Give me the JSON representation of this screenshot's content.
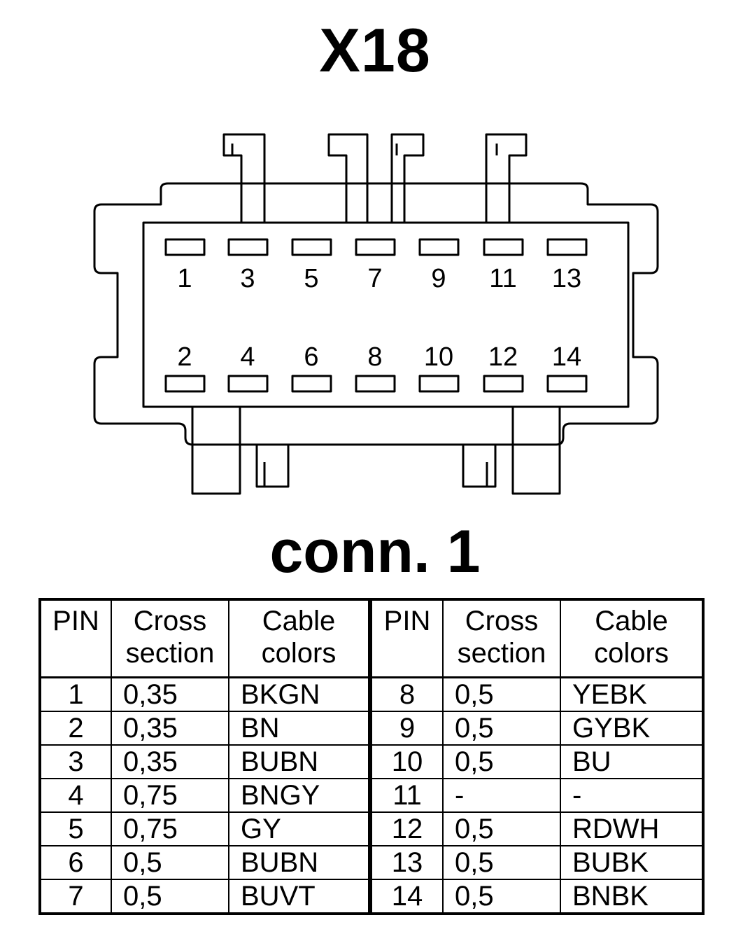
{
  "title": "X18",
  "subtitle": "conn. 1",
  "connector": {
    "top_pins": [
      "1",
      "3",
      "5",
      "7",
      "9",
      "11",
      "13"
    ],
    "bottom_pins": [
      "2",
      "4",
      "6",
      "8",
      "10",
      "12",
      "14"
    ]
  },
  "table": {
    "headers": {
      "pin": "PIN",
      "cross_1": "Cross",
      "cross_2": "section",
      "cable_1": "Cable",
      "cable_2": "colors"
    },
    "rows": [
      {
        "pin_a": "1",
        "cross_a": "0,35",
        "color_a": "BKGN",
        "pin_b": "8",
        "cross_b": "0,5",
        "color_b": "YEBK"
      },
      {
        "pin_a": "2",
        "cross_a": "0,35",
        "color_a": "BN",
        "pin_b": "9",
        "cross_b": "0,5",
        "color_b": "GYBK"
      },
      {
        "pin_a": "3",
        "cross_a": "0,35",
        "color_a": "BUBN",
        "pin_b": "10",
        "cross_b": "0,5",
        "color_b": "BU"
      },
      {
        "pin_a": "4",
        "cross_a": "0,75",
        "color_a": "BNGY",
        "pin_b": "11",
        "cross_b": "-",
        "color_b": "-"
      },
      {
        "pin_a": "5",
        "cross_a": "0,75",
        "color_a": "GY",
        "pin_b": "12",
        "cross_b": "0,5",
        "color_b": "RDWH"
      },
      {
        "pin_a": "6",
        "cross_a": "0,5",
        "color_a": "BUBN",
        "pin_b": "13",
        "cross_b": "0,5",
        "color_b": "BUBK"
      },
      {
        "pin_a": "7",
        "cross_a": "0,5",
        "color_a": "BUVT",
        "pin_b": "14",
        "cross_b": "0,5",
        "color_b": "BNBK"
      }
    ]
  }
}
